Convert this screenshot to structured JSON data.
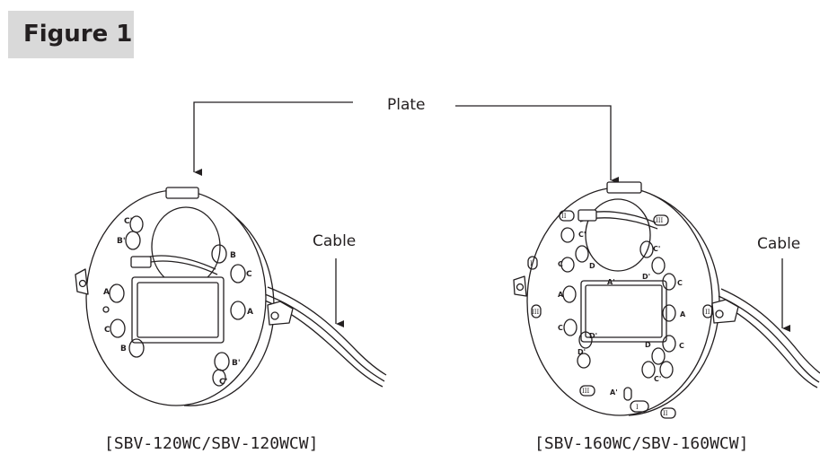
{
  "figure": {
    "label": "Figure 1"
  },
  "callouts": {
    "plate": "Plate",
    "cable_left": "Cable",
    "cable_right": "Cable"
  },
  "models": {
    "left": {
      "caption": "[SBV-120WC/SBV-120WCW]",
      "hole_labels": [
        "C'",
        "B'",
        "B",
        "C",
        "A",
        "A",
        "C",
        "B",
        "B'",
        "C'"
      ]
    },
    "right": {
      "caption": "[SBV-160WC/SBV-160WCW]",
      "hole_labels": [
        "C'",
        "C",
        "D",
        "C'",
        "D'",
        "C",
        "A'",
        "D'",
        "A",
        "A",
        "C",
        "D'",
        "D",
        "C",
        "C'",
        "A'"
      ],
      "roman_labels": [
        "II",
        "III",
        "I",
        "III",
        "II",
        "III",
        "II",
        "I"
      ]
    }
  },
  "colors": {
    "ink": "#231f20",
    "tag_bg": "#d9d9d9"
  }
}
